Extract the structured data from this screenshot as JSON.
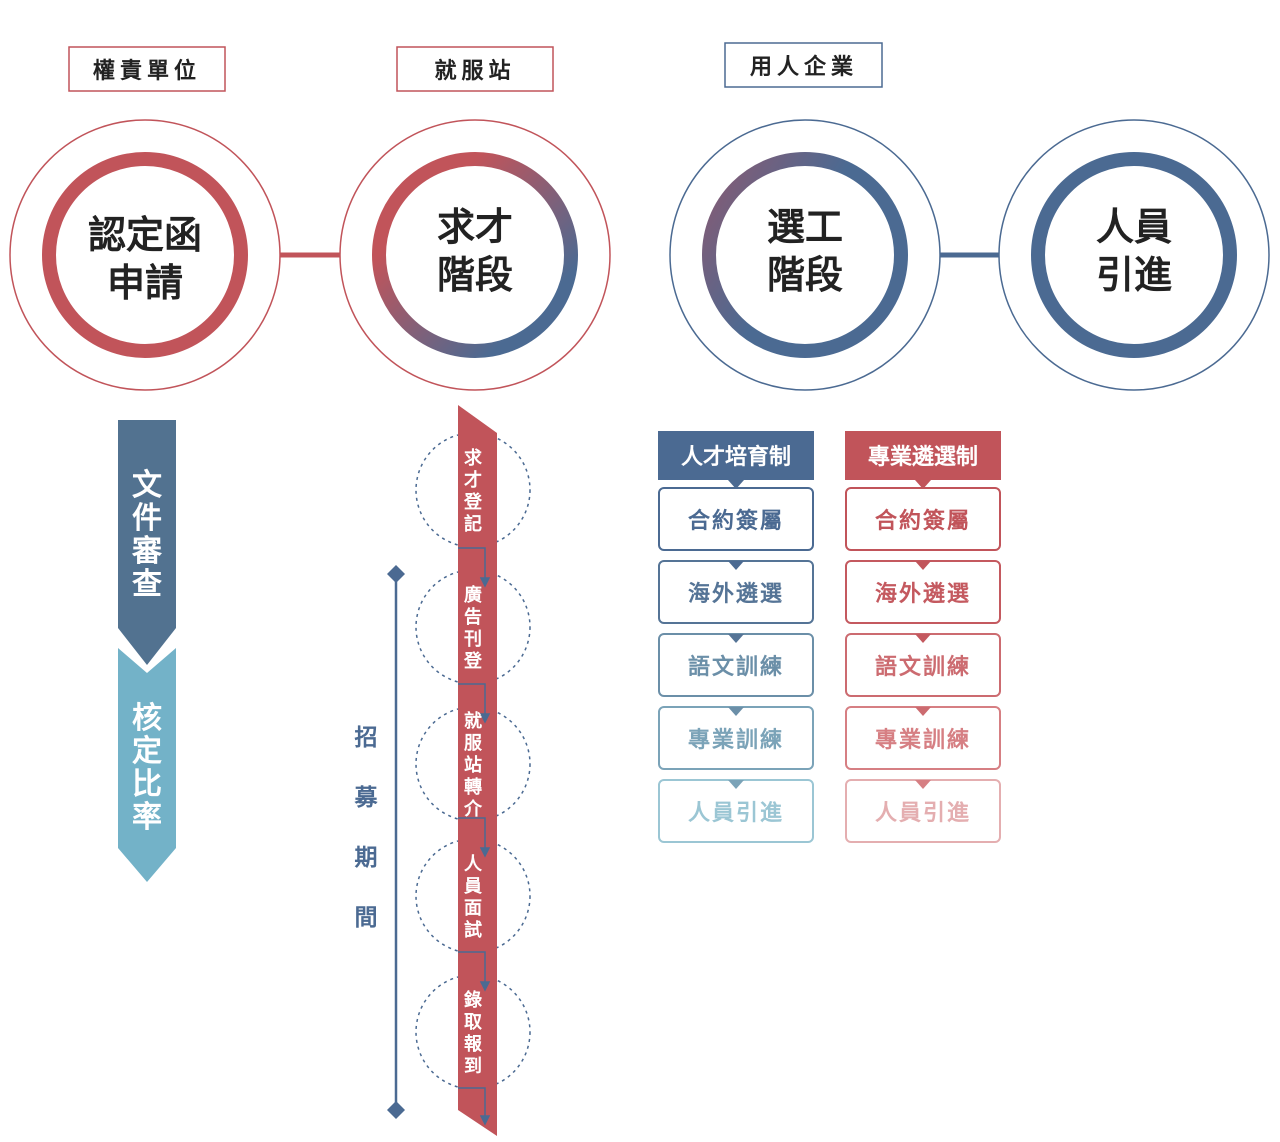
{
  "colors": {
    "red": "#c1545a",
    "blue": "#4b6a92",
    "lightblue": "#73b2c8",
    "purple": "#7a5a7a"
  },
  "roles": {
    "authority": "權責單位",
    "station": "就服站",
    "employer": "用人企業"
  },
  "stages": [
    {
      "line1": "認定函",
      "line2": "申請"
    },
    {
      "line1": "求才",
      "line2": "階段"
    },
    {
      "line1": "選工",
      "line2": "階段"
    },
    {
      "line1": "人員",
      "line2": "引進"
    }
  ],
  "authority_steps": [
    "文件審查",
    "核定比率"
  ],
  "recruit_label": "招募期間",
  "recruit_steps": [
    "求才登記",
    "廣告刊登",
    "就服站轉介",
    "人員面試",
    "錄取報到"
  ],
  "systems": [
    {
      "title": "人才培育制",
      "steps": [
        "合約簽屬",
        "海外遴選",
        "語文訓練",
        "專業訓練",
        "人員引進"
      ]
    },
    {
      "title": "專業遴選制",
      "steps": [
        "合約簽屬",
        "海外遴選",
        "語文訓練",
        "專業訓練",
        "人員引進"
      ]
    }
  ]
}
